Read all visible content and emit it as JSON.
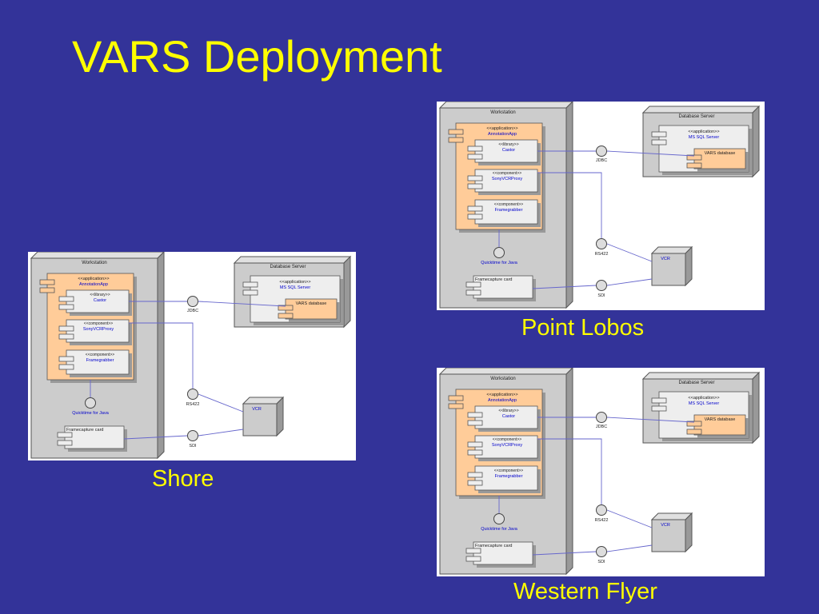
{
  "slide": {
    "title": "VARS Deployment"
  },
  "colors": {
    "background": "#333399",
    "title": "#ffff00",
    "caption": "#ffff00",
    "node_fill": "#cccccc",
    "component_fill": "#ffcc99",
    "link_text": "#0000cc",
    "connector": "#6666cc"
  },
  "diagram": {
    "workstation_label": "Workstation",
    "workstation_label_shore": "Workstation",
    "db_server_label": "Database Server",
    "ms_sql_stereotype": "<<application>>",
    "ms_sql_label": "MS SQL Server",
    "vars_db_label": "VARS database",
    "app_stereotype": "<<application>>",
    "app_label": "AnnotationApp",
    "castor_stereotype": "<<library>>",
    "castor_label": "Castor",
    "sony_stereotype": "<<component>>",
    "sony_label": "SonyVCRProxy",
    "frame_stereotype": "<<component>>",
    "frame_label": "Framegrabber",
    "quicktime_label": "Quicktime for Java",
    "framecapture_label": "Framecapture card",
    "jdbc_label": "JDBC",
    "rs422_label": "RS422",
    "sdi_label": "SDI",
    "vcr_label": "VCR"
  },
  "panels": [
    {
      "id": "shore",
      "caption": "Shore"
    },
    {
      "id": "point-lobos",
      "caption": "Point Lobos"
    },
    {
      "id": "western-flyer",
      "caption": "Western Flyer"
    }
  ]
}
